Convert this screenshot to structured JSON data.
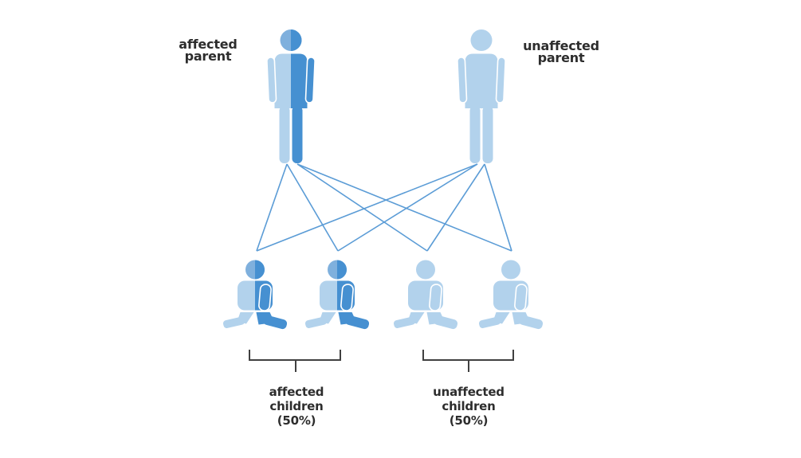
{
  "colors": {
    "background": "#ffffff",
    "affected": "#4690d1",
    "affected_head": "#7fb0dd",
    "unaffected": "#b2d2ec",
    "line": "#5b9cd6",
    "bracket": "#404040",
    "text": "#2d2d2d"
  },
  "parents": [
    {
      "status": "affected",
      "label_lines": [
        "affected",
        "parent"
      ]
    },
    {
      "status": "unaffected",
      "label_lines": [
        "unaffected",
        "parent"
      ]
    }
  ],
  "children": [
    {
      "status": "affected"
    },
    {
      "status": "affected"
    },
    {
      "status": "unaffected"
    },
    {
      "status": "unaffected"
    }
  ],
  "child_groups": [
    {
      "status": "affected",
      "count": 2,
      "percentage": "50%",
      "label_lines": [
        "affected",
        "children",
        "(50%)"
      ]
    },
    {
      "status": "unaffected",
      "count": 2,
      "percentage": "50%",
      "label_lines": [
        "unaffected",
        "children",
        "(50%)"
      ]
    }
  ]
}
